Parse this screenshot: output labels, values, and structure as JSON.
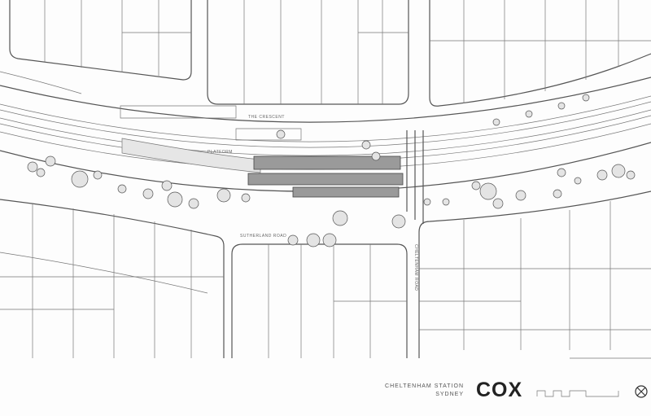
{
  "drawing": {
    "street_labels": {
      "top": "THE CRESCENT",
      "bottom": "SUTHERLAND ROAD",
      "right": "CHELTENHAM ROAD",
      "platform": "PLATFORM"
    },
    "title_line1": "CHELTENHAM STATION",
    "title_line2": "SYDNEY",
    "logo": "COX",
    "icons": [
      "scale-bar-icon",
      "north-arrow-icon"
    ],
    "colors": {
      "line": "#555555",
      "station_fill": "#9a9a9a",
      "tree_fill": "#e4e4e4"
    }
  }
}
